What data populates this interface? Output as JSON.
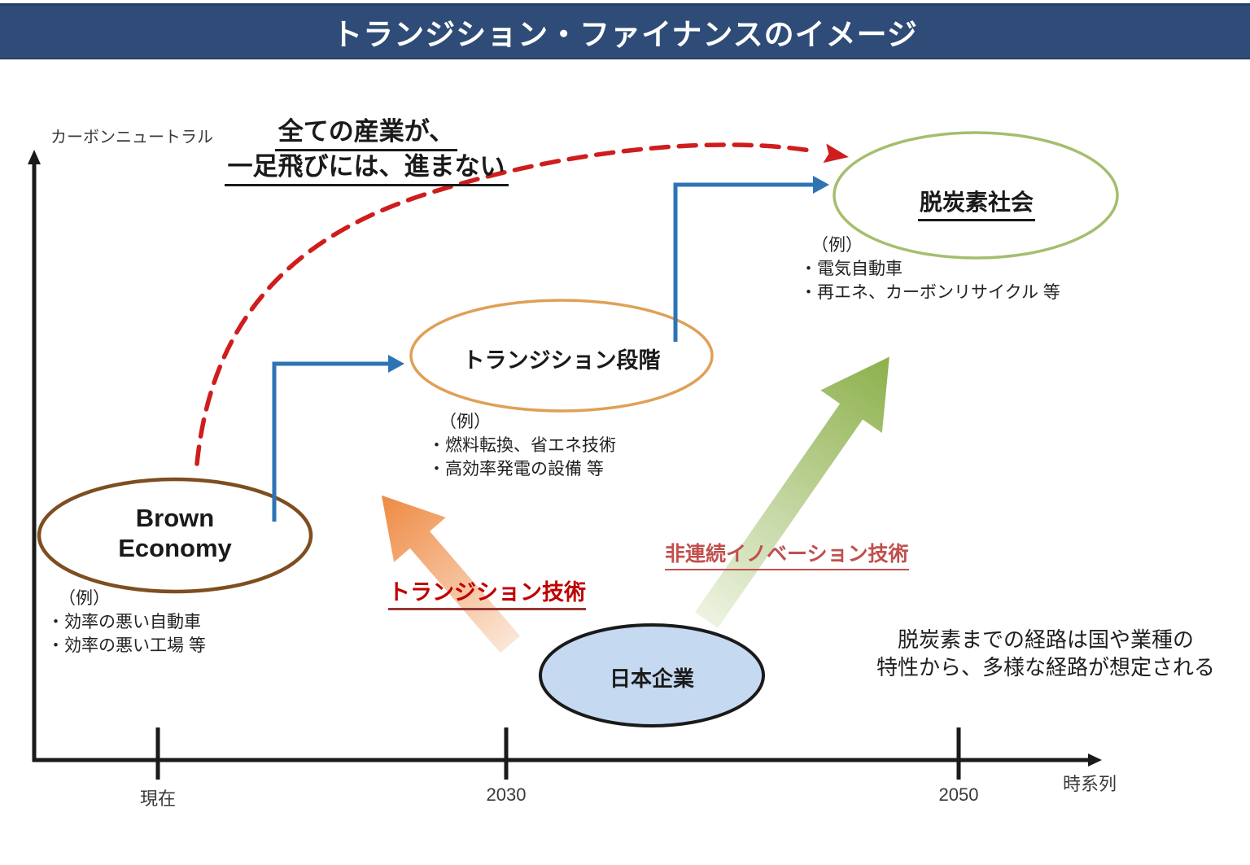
{
  "title_bar": {
    "label": "トランジション・ファイナンスのイメージ",
    "bg_color": "#2F4C78",
    "text_color": "#FFFFFF"
  },
  "axis": {
    "y_label": "カーボンニュートラル",
    "x_label": "時系列",
    "tick_labels": [
      "現在",
      "2030",
      "2050"
    ],
    "color": "#1A1A1A"
  },
  "annotation": {
    "line1": "全ての産業が、",
    "line2": "一足飛びには、進まない"
  },
  "nodes": {
    "brown_economy": {
      "label_line1": "Brown",
      "label_line2": "Economy",
      "outline_color": "#7E4E20",
      "example_heading": "（例）",
      "examples": [
        "・効率の悪い自動車",
        "・効率の悪い工場 等"
      ]
    },
    "transition_stage": {
      "label": "トランジション段階",
      "outline_color": "#DFA057",
      "example_heading": "（例）",
      "examples": [
        "・燃料転換、省エネ技術",
        "・高効率発電の設備 等"
      ]
    },
    "decarbonized_society": {
      "label": "脱炭素社会",
      "outline_color": "#A5BE6E",
      "example_heading": "（例）",
      "examples": [
        "・電気自動車",
        "・再エネ、カーボンリサイクル 等"
      ]
    },
    "japanese_companies": {
      "label": "日本企業",
      "fill_color": "#C5D9F1",
      "outline_color": "#1A1A1A"
    }
  },
  "arrow_labels": {
    "transition_tech": {
      "label": "トランジション技術",
      "color": "#C00000"
    },
    "innovation_tech": {
      "label": "非連続イノベーション技術",
      "color": "#C0504D"
    }
  },
  "note": {
    "line1": "脱炭素までの経路は国や業種の",
    "line2": "特性から、多様な経路が想定される"
  },
  "colors": {
    "blue_arrow": "#2E74B5",
    "red_dashed_arrow": "#CF1D1D",
    "orange_arrow_from": "#FBE6D7",
    "orange_arrow_to": "#EE8A42",
    "green_arrow_from": "#EDF3E1",
    "green_arrow_to": "#8CB04B"
  }
}
